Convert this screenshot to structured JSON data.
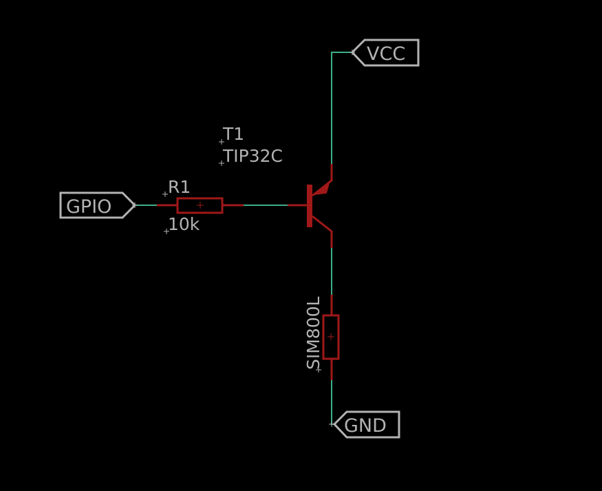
{
  "ports": {
    "vcc": "VCC",
    "gpio": "GPIO",
    "gnd": "GND"
  },
  "parts": {
    "transistor": {
      "name": "T1",
      "value": "TIP32C"
    },
    "resistor": {
      "name": "R1",
      "value": "10k"
    },
    "load": {
      "value": "SIM800L"
    }
  },
  "colors": {
    "background": "#000000",
    "wire": "#3fae8a",
    "component": "#a01818",
    "label": "#b3b3b3"
  }
}
